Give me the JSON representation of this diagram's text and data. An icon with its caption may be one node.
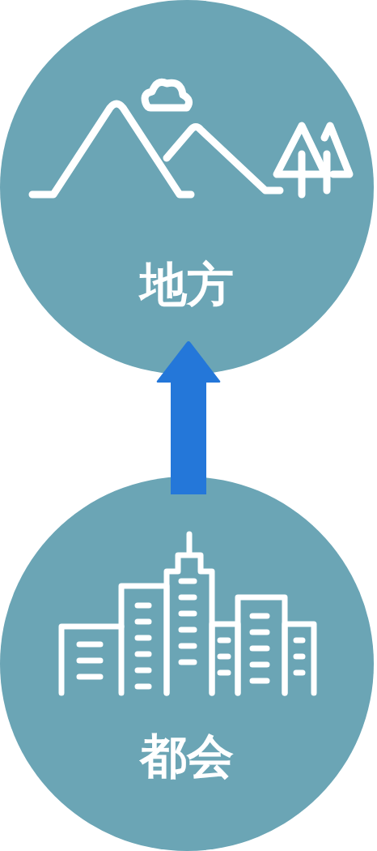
{
  "diagram": {
    "nodes": [
      {
        "text": [
          "地方"
        ]
      },
      {
        "text": [
          "都会"
        ]
      }
    ],
    "edges": [
      {
        "from": 1,
        "to": 0,
        "arrow": "to"
      }
    ]
  }
}
